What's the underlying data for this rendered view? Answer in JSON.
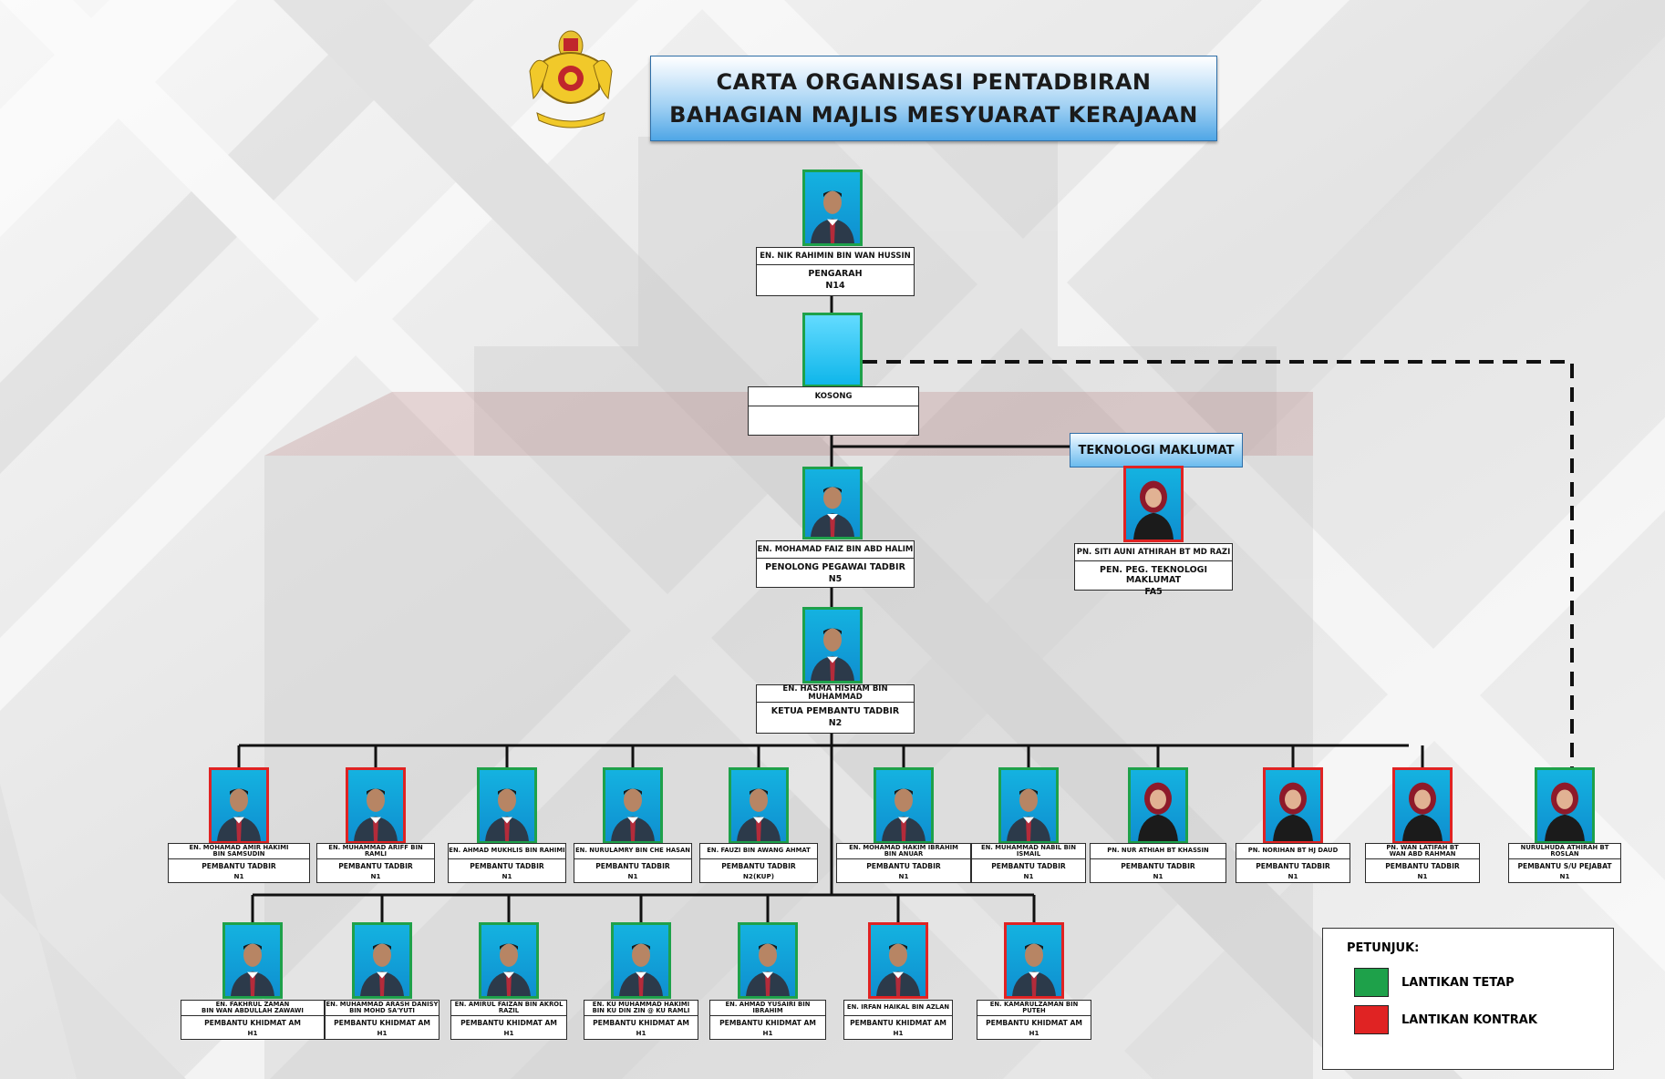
{
  "title": {
    "line1": "CARTA ORGANISASI PENTADBIRAN",
    "line2": "BAHAGIAN MAJLIS MESYUARAT KERAJAAN"
  },
  "colors": {
    "permanent": "#1ea14a",
    "contract": "#e02323",
    "header_blue": "#4fa6e6"
  },
  "top": [
    {
      "name": "EN. NIK RAHIMIN BIN WAN HUSSIN",
      "position": "PENGARAH",
      "grade": "N14",
      "status": "permanent"
    },
    {
      "name": "KOSONG",
      "position": "",
      "grade": "",
      "status": "vacant"
    },
    {
      "name": "EN. MOHAMAD FAIZ BIN ABD HALIM",
      "position": "PENOLONG PEGAWAI TADBIR",
      "grade": "N5",
      "status": "permanent"
    },
    {
      "name": "EN. HASMA HISHAM BIN MUHAMMAD",
      "position": "KETUA PEMBANTU TADBIR",
      "grade": "N2",
      "status": "permanent"
    }
  ],
  "it_unit": {
    "label": "TEKNOLOGI MAKLUMAT",
    "name": "PN. SITI AUNI ATHIRAH BT MD RAZI",
    "position": "PEN. PEG. TEKNOLOGI MAKLUMAT",
    "grade": "FA5",
    "status": "contract"
  },
  "row1": [
    {
      "name": "EN. MOHAMAD AMIR HAKIMI",
      "name2": "BIN SAMSUDIN",
      "position": "PEMBANTU TADBIR",
      "grade": "N1",
      "status": "contract",
      "gender": "m"
    },
    {
      "name": "EN. MUHAMMAD ARIFF BIN RAMLI",
      "name2": "",
      "position": "PEMBANTU TADBIR",
      "grade": "N1",
      "status": "contract",
      "gender": "m"
    },
    {
      "name": "EN. AHMAD MUKHLIS BIN RAHIMI",
      "name2": "",
      "position": "PEMBANTU TADBIR",
      "grade": "N1",
      "status": "permanent",
      "gender": "m"
    },
    {
      "name": "EN. NURULAMRY BIN CHE HASAN",
      "name2": "",
      "position": "PEMBANTU TADBIR",
      "grade": "N1",
      "status": "permanent",
      "gender": "m"
    },
    {
      "name": "EN. FAUZI BIN AWANG AHMAT",
      "name2": "",
      "position": "PEMBANTU TADBIR",
      "grade": "N2(KUP)",
      "status": "permanent",
      "gender": "m"
    },
    {
      "name": "EN. MOHAMAD HAKIM IBRAHIM",
      "name2": "BIN ANUAR",
      "position": "PEMBANTU TADBIR",
      "grade": "N1",
      "status": "permanent",
      "gender": "m"
    },
    {
      "name": "EN. MUHAMMAD NABIL BIN ISMAIL",
      "name2": "",
      "position": "PEMBANTU TADBIR",
      "grade": "N1",
      "status": "permanent",
      "gender": "m"
    },
    {
      "name": "PN. NUR ATHIAH BT KHASSIN",
      "name2": "",
      "position": "PEMBANTU TADBIR",
      "grade": "N1",
      "status": "permanent",
      "gender": "f"
    },
    {
      "name": "PN. NORIHAN BT HJ DAUD",
      "name2": "",
      "position": "PEMBANTU TADBIR",
      "grade": "N1",
      "status": "contract",
      "gender": "f"
    },
    {
      "name": "PN. WAN LATIFAH BT",
      "name2": "WAN ABD RAHMAN",
      "position": "PEMBANTU TADBIR",
      "grade": "N1",
      "status": "contract",
      "gender": "f"
    },
    {
      "name": "NURULHUDA ATHIRAH BT ROSLAN",
      "name2": "",
      "position": "PEMBANTU S/U PEJABAT",
      "grade": "N1",
      "status": "permanent",
      "gender": "f"
    }
  ],
  "row2": [
    {
      "name": "EN. FAKHRUL ZAMAN",
      "name2": "BIN WAN ABDULLAH ZAWAWI",
      "position": "PEMBANTU KHIDMAT AM",
      "grade": "H1",
      "status": "permanent",
      "gender": "m"
    },
    {
      "name": "EN. MUHAMMAD ARASH DANISY",
      "name2": "BIN MOHD SA'YUTI",
      "position": "PEMBANTU KHIDMAT AM",
      "grade": "H1",
      "status": "permanent",
      "gender": "m"
    },
    {
      "name": "EN. AMIRUL FAIZAN BIN AKROL RAZIL",
      "name2": "",
      "position": "PEMBANTU KHIDMAT AM",
      "grade": "H1",
      "status": "permanent",
      "gender": "m"
    },
    {
      "name": "EN. KU MUHAMMAD HAKIMI",
      "name2": "BIN KU DIN ZIN @ KU RAMLI",
      "position": "PEMBANTU KHIDMAT AM",
      "grade": "H1",
      "status": "permanent",
      "gender": "m"
    },
    {
      "name": "EN. AHMAD YUSAIRI BIN IBRAHIM",
      "name2": "",
      "position": "PEMBANTU KHIDMAT AM",
      "grade": "H1",
      "status": "permanent",
      "gender": "m"
    },
    {
      "name": "EN. IRFAN HAIKAL BIN AZLAN",
      "name2": "",
      "position": "PEMBANTU KHIDMAT AM",
      "grade": "H1",
      "status": "contract",
      "gender": "m"
    },
    {
      "name": "EN. KAMARULZAMAN BIN PUTEH",
      "name2": "",
      "position": "PEMBANTU KHIDMAT AM",
      "grade": "H1",
      "status": "contract",
      "gender": "m"
    }
  ],
  "legend": {
    "title": "PETUNJUK:",
    "items": [
      {
        "label": "LANTIKAN TETAP",
        "color": "#1ea14a"
      },
      {
        "label": "LANTIKAN KONTRAK",
        "color": "#e02323"
      }
    ]
  }
}
